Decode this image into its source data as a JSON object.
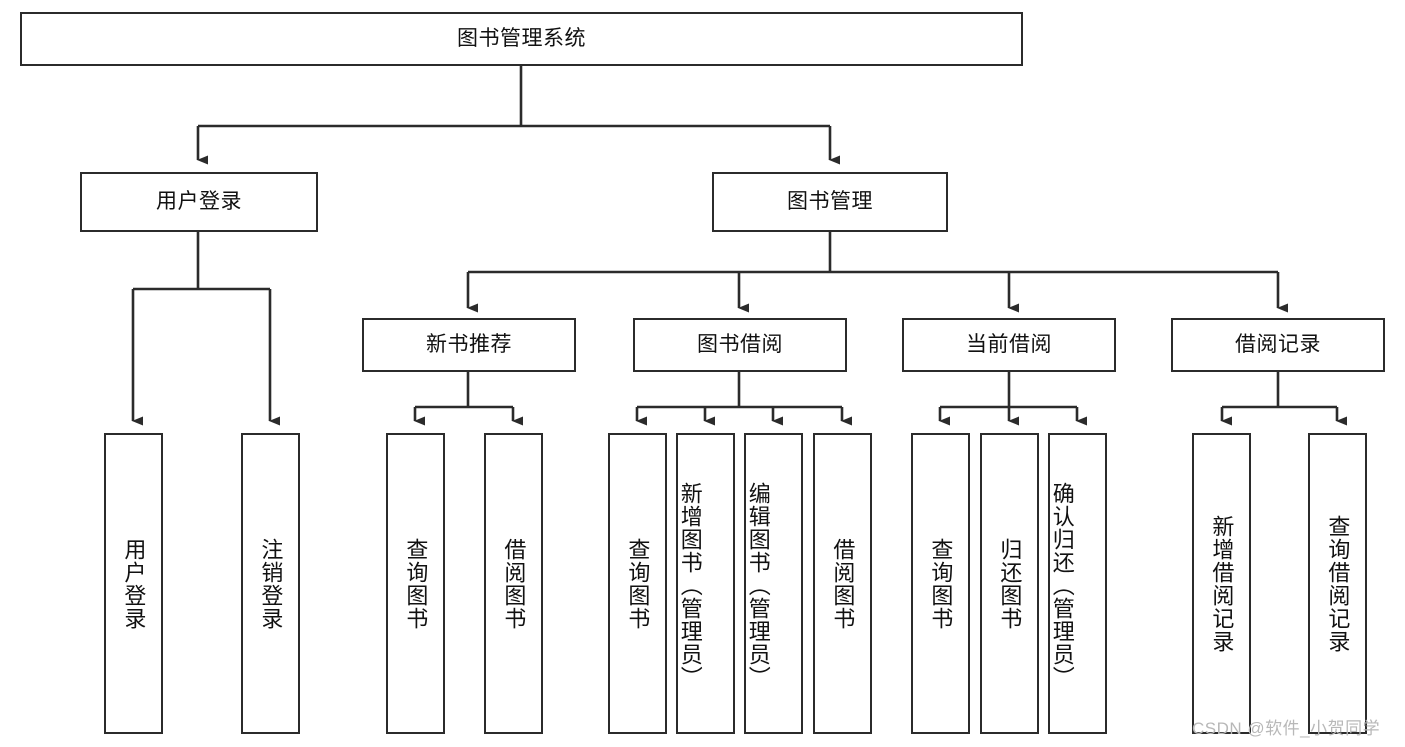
{
  "diagram": {
    "title": "图书管理系统",
    "type": "tree-hierarchy-chart",
    "orientation": "top-down",
    "colors": {
      "background": "#ffffff",
      "box_border": "#2b2b2b",
      "box_fill": "#ffffff",
      "connector": "#2b2b2b",
      "text": "#111111",
      "watermark": "#b8b8b8"
    },
    "watermark": "CSDN @软件_小贺同学",
    "nodes": {
      "root": {
        "label": "图书管理系统"
      },
      "level1": [
        {
          "label": "用户登录"
        },
        {
          "label": "图书管理"
        }
      ],
      "level2": [
        {
          "label": "新书推荐"
        },
        {
          "label": "图书借阅"
        },
        {
          "label": "当前借阅"
        },
        {
          "label": "借阅记录"
        }
      ],
      "leaves_user_login": [
        {
          "label": "用户登录"
        },
        {
          "label": "注销登录"
        }
      ],
      "leaves_new_books": [
        {
          "label": "查询图书"
        },
        {
          "label": "借阅图书"
        }
      ],
      "leaves_borrow": [
        {
          "label": "查询图书"
        },
        {
          "label": "新增图书（管理员）"
        },
        {
          "label": "编辑图书（管理员）"
        },
        {
          "label": "借阅图书"
        }
      ],
      "leaves_current": [
        {
          "label": "查询图书"
        },
        {
          "label": "归还图书"
        },
        {
          "label": "确认归还（管理员）"
        }
      ],
      "leaves_records": [
        {
          "label": "新增借阅记录"
        },
        {
          "label": "查询借阅记录"
        }
      ]
    }
  }
}
